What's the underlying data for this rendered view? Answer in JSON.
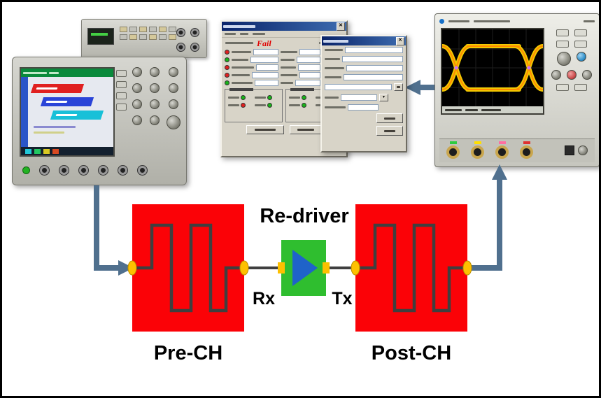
{
  "signal_chain": {
    "redriver_label": "Re-driver",
    "rx_label": "Rx",
    "tx_label": "Tx",
    "pre_channel_label": "Pre-CH",
    "post_channel_label": "Post-CH",
    "colors": {
      "channel_block": "#fb0207",
      "redriver_block": "#2fbe2f",
      "redriver_triangle": "#1f63c9",
      "pad": "#fec000",
      "trace": "#3f3f3f",
      "arrow": "#50708e"
    }
  },
  "software": {
    "status_text": "Fail",
    "status_color": "#e00000"
  },
  "icons": {
    "close": "✕",
    "dropdown": "▼"
  }
}
